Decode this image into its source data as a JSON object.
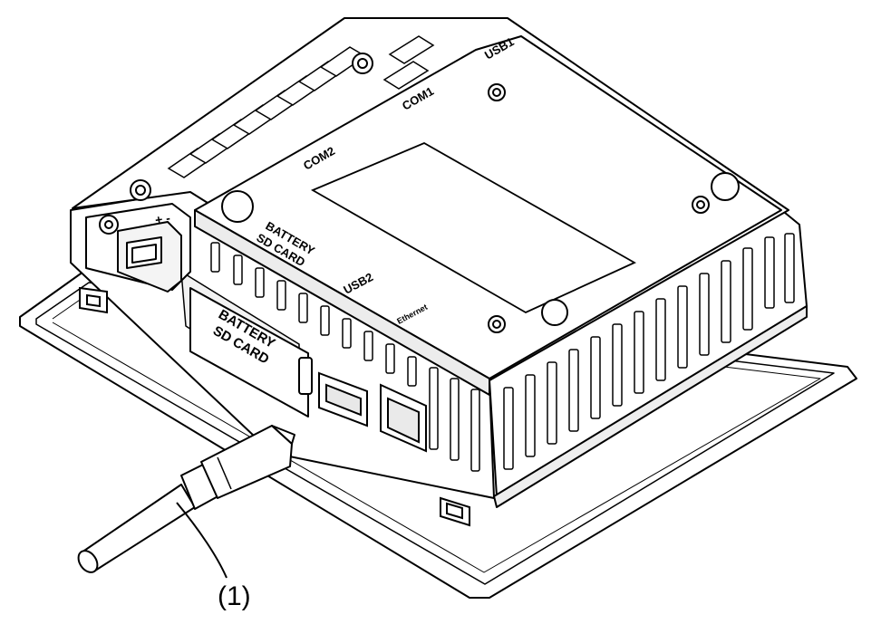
{
  "diagram": {
    "callout": "(1)",
    "ports": {
      "usb1": "USB1",
      "com1": "COM1",
      "com2": "COM2",
      "usb2": "USB2",
      "ethernet": "Ethernet"
    },
    "compartment_top": [
      "BATTERY",
      "SD CARD"
    ],
    "compartment_side": [
      "BATTERY",
      "SD CARD"
    ],
    "power_symbols": "+ -"
  }
}
